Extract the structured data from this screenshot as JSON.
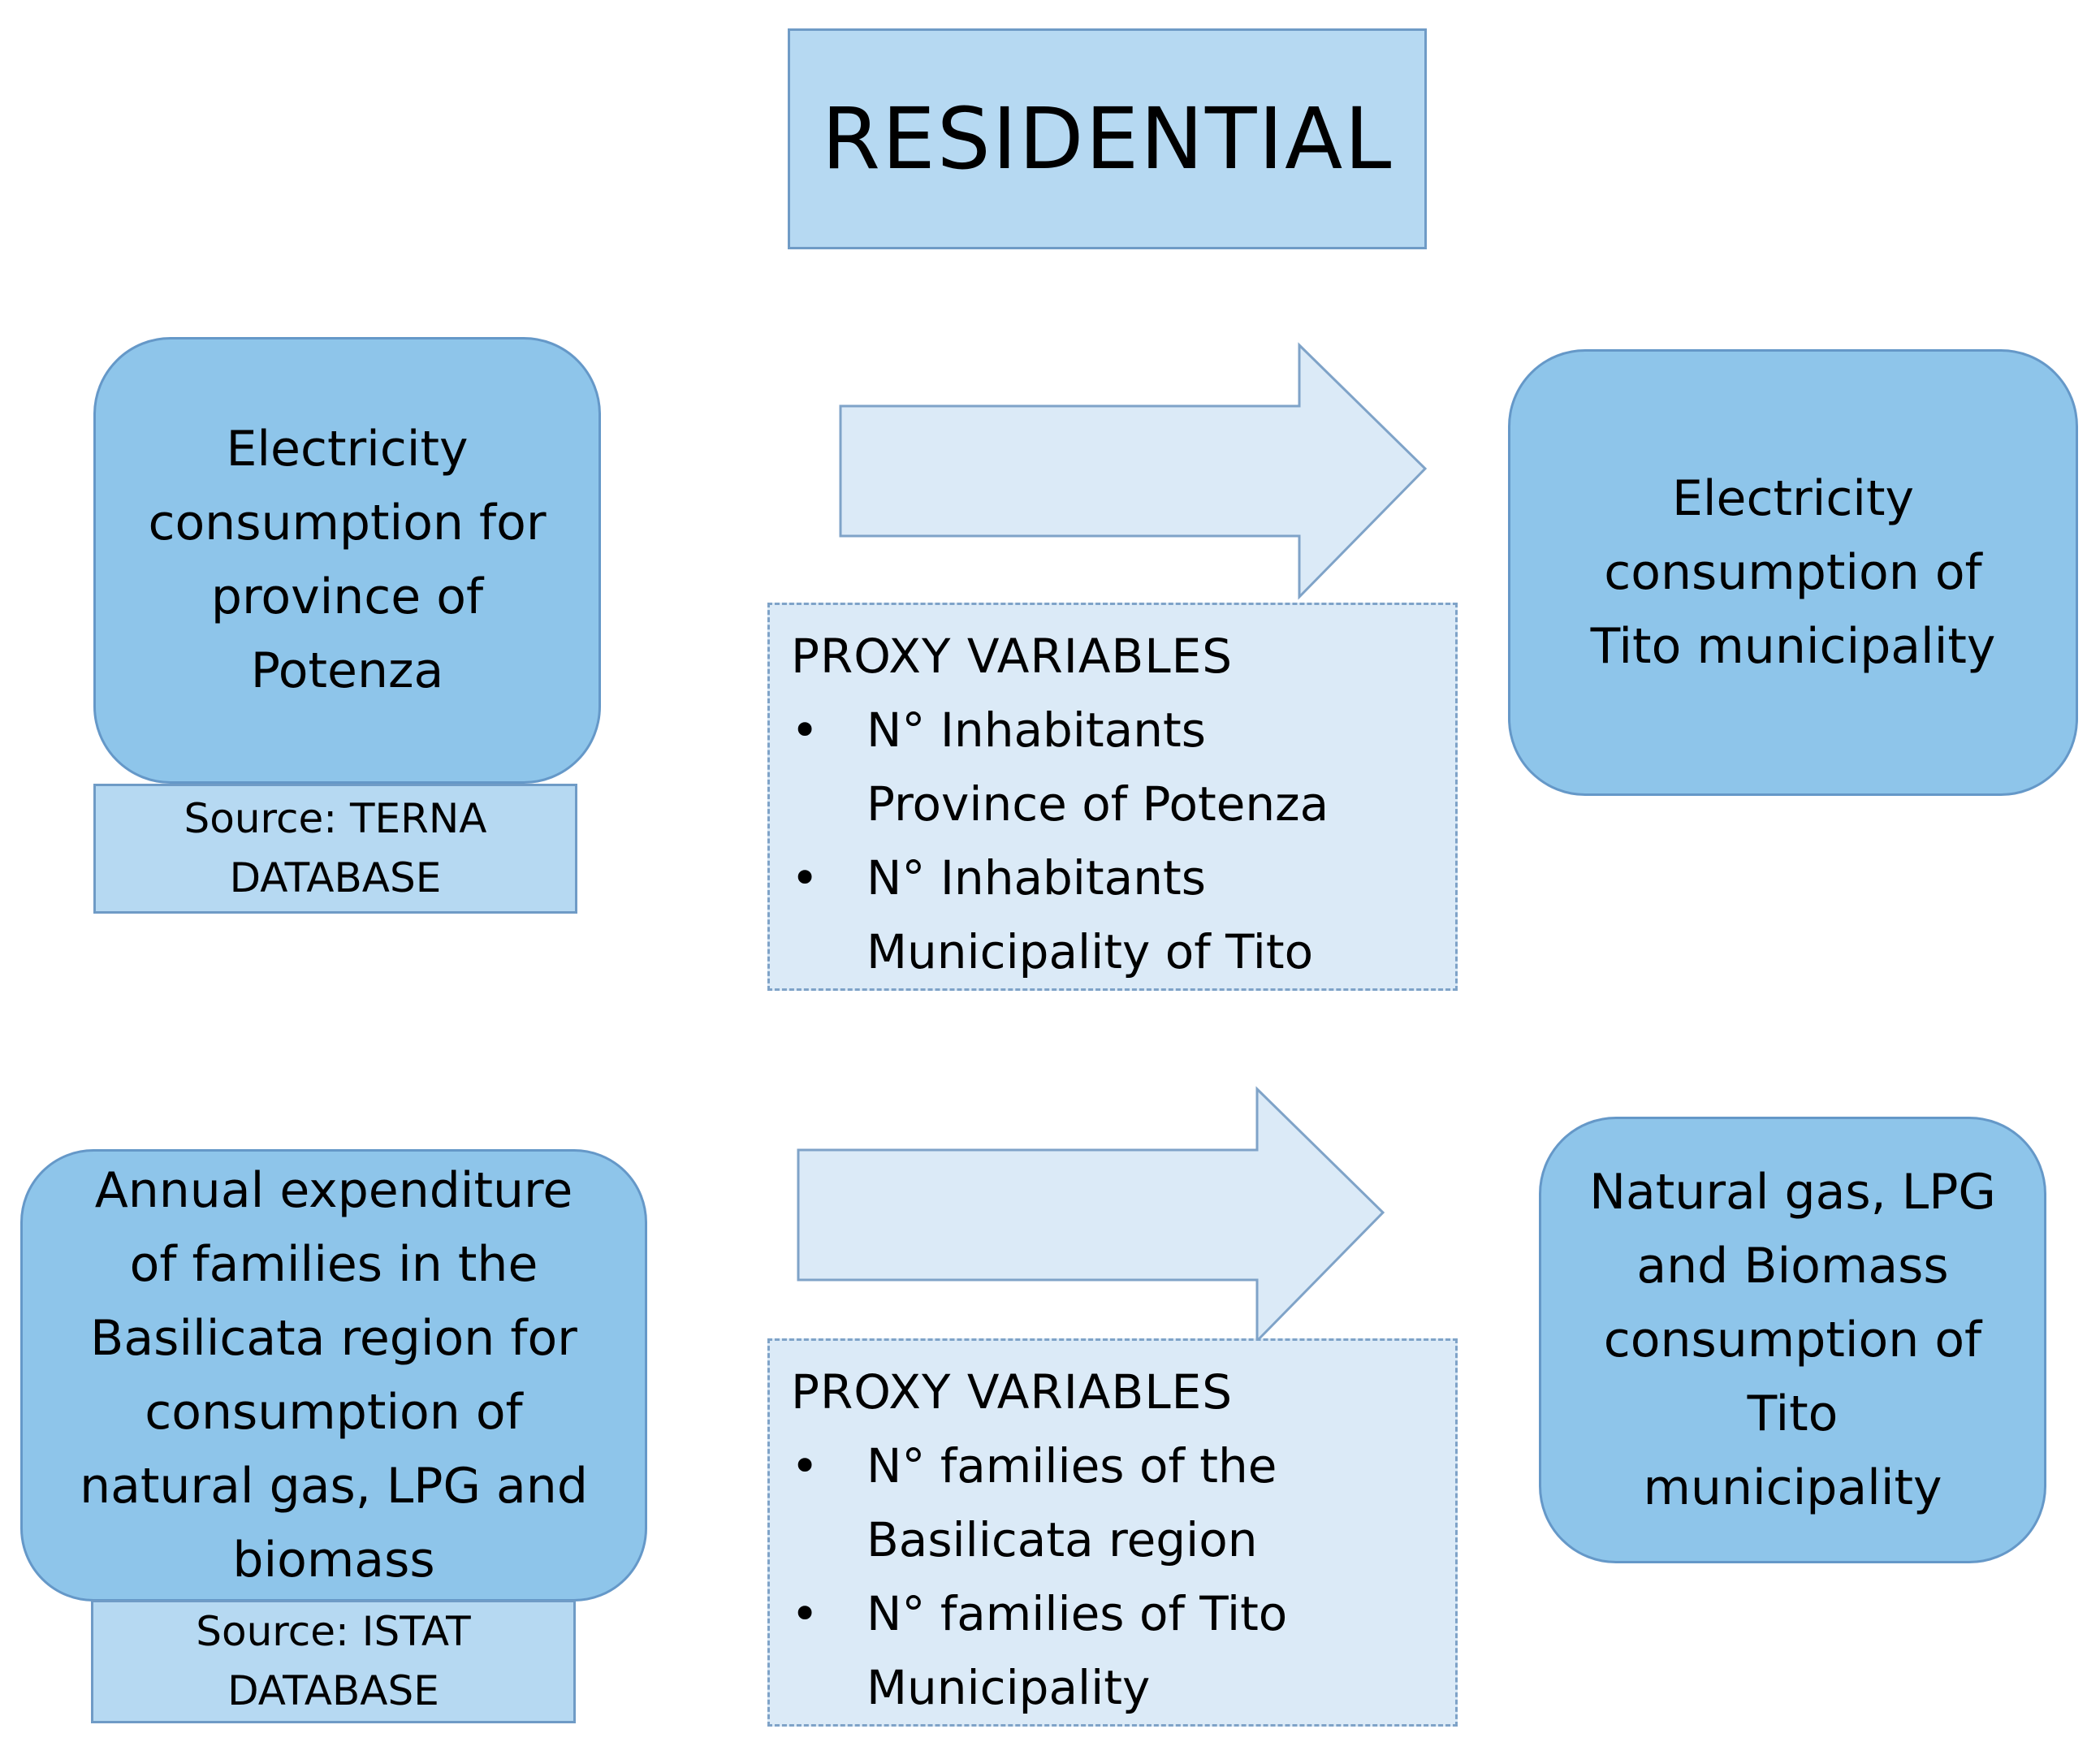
{
  "title": "RESIDENTIAL",
  "colors": {
    "title_fill": "#b6d9f2",
    "rounded_fill": "#8ec5ea",
    "source_fill": "#b6d9f2",
    "proxy_fill": "#dbeaf7",
    "arrow_fill": "#dbeaf7",
    "border": "#6f9bc6"
  },
  "flows": [
    {
      "input": "Electricity\nconsumption for\nprovince of\nPotenza",
      "source": "Source: TERNA\nDATABASE",
      "proxy_heading": "PROXY VARIABLES",
      "proxy_items": [
        "N° Inhabitants\nProvince of Potenza",
        "N° Inhabitants\nMunicipality of Tito"
      ],
      "output": "Electricity\nconsumption of\nTito municipality"
    },
    {
      "input": "Annual expenditure\nof families in the\nBasilicata region for\nconsumption of\nnatural gas, LPG and\nbiomass",
      "source": "Source: ISTAT\nDATABASE",
      "proxy_heading": "PROXY VARIABLES",
      "proxy_items": [
        "N° families of the\nBasilicata region",
        "N° families of Tito\nMunicipality"
      ],
      "output": "Natural gas, LPG\nand Biomass\nconsumption of\nTito\nmunicipality"
    }
  ]
}
